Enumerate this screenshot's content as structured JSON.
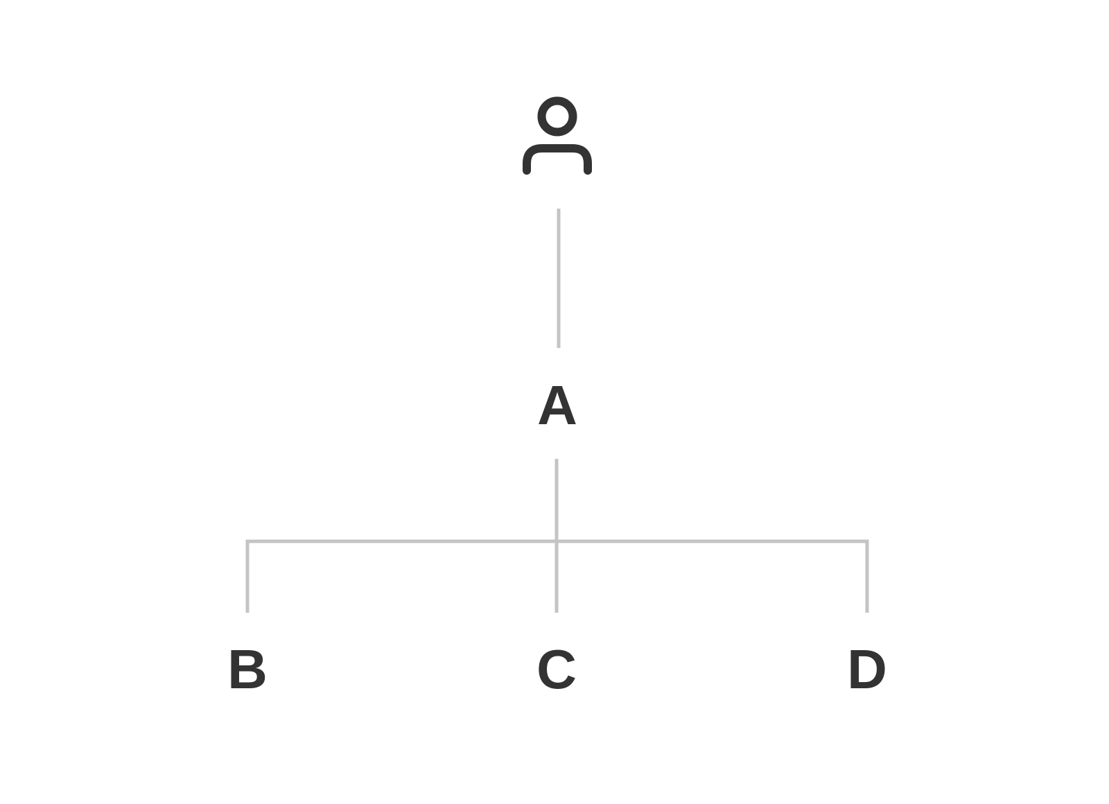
{
  "diagram": {
    "colors": {
      "ink": "#333333",
      "connector": "#c4c4c4",
      "background": "#ffffff"
    },
    "root": {
      "icon": "user-icon"
    },
    "nodes": {
      "a": {
        "label": "A"
      },
      "b": {
        "label": "B"
      },
      "c": {
        "label": "C"
      },
      "d": {
        "label": "D"
      }
    }
  }
}
